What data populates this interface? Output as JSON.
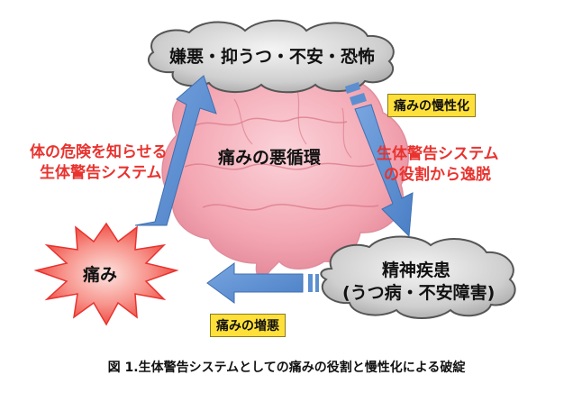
{
  "diagram": {
    "top_cloud": "嫌悪・抑うつ・不安・恐怖",
    "center_label": "痛みの悪循環",
    "left_label_line1": "体の危険を知らせる",
    "left_label_line2": "生体警告システム",
    "right_label_line1": "生体警告システム",
    "right_label_line2": "の役割から逸脱",
    "chronic_box": "痛みの慢性化",
    "worsen_box": "痛みの増悪",
    "pain_star": "痛み",
    "disease_line1": "精神疾患",
    "disease_line2": "(うつ病・不安障害)",
    "caption": "図 1.生体警告システムとしての痛みの役割と慢性化による破綻"
  },
  "colors": {
    "arrow": "#5b8fd0",
    "brain": "#f3a6b2",
    "star": "#f25c54",
    "cloud": "#b9b9b9",
    "label_red": "#e8332f",
    "box_yellow": "#ffe03a"
  }
}
